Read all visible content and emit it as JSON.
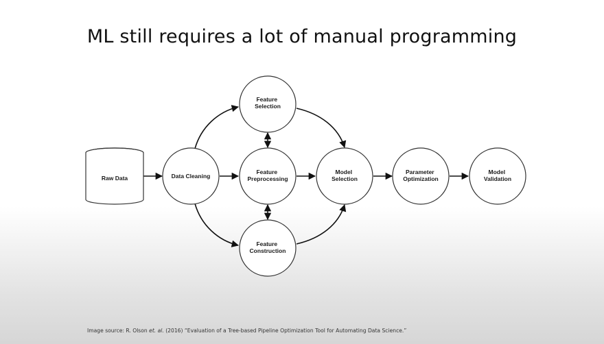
{
  "slide": {
    "title": "ML still requires a lot of manual programming"
  },
  "diagram": {
    "nodes": {
      "raw_data": {
        "lines": [
          "Raw Data"
        ]
      },
      "data_cleaning": {
        "lines": [
          "Data Cleaning"
        ]
      },
      "feature_selection": {
        "lines": [
          "Feature",
          "Selection"
        ]
      },
      "feature_preprocessing": {
        "lines": [
          "Feature",
          "Preprocessing"
        ]
      },
      "feature_construction": {
        "lines": [
          "Feature",
          "Construction"
        ]
      },
      "model_selection": {
        "lines": [
          "Model",
          "Selection"
        ]
      },
      "parameter_optimization": {
        "lines": [
          "Parameter",
          "Optimization"
        ]
      },
      "model_validation": {
        "lines": [
          "Model",
          "Validation"
        ]
      }
    }
  },
  "source": {
    "prefix": "Image source: R. Olson ",
    "etal": "et. al.",
    "suffix": " (2016) “Evaluation of a Tree-based Pipeline Optimization Tool for Automating Data Science.”"
  }
}
